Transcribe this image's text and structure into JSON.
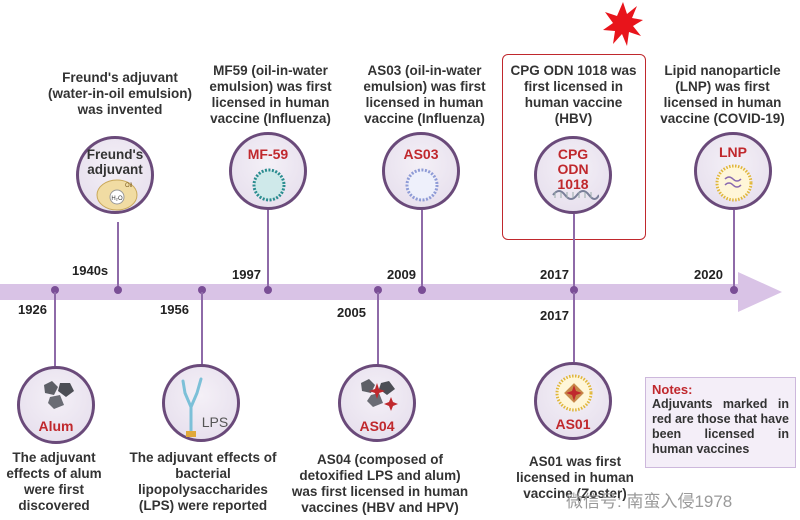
{
  "top_events": [
    {
      "id": "freund",
      "caption": "Freund's adjuvant (water-in-oil emulsion) was invented",
      "circle_label": "Freund's adjuvant",
      "icon": "emulsion-droplet-icon",
      "year": "1940s"
    },
    {
      "id": "mf59",
      "caption": "MF59 (oil-in-water emulsion) was first licensed in human vaccine (Influenza)",
      "circle_label": "MF-59",
      "icon": "oil-in-water-droplet-icon",
      "year": "1997"
    },
    {
      "id": "as03",
      "caption": "AS03 (oil-in-water emulsion) was first licensed in human vaccine (Influenza)",
      "circle_label": "AS03",
      "icon": "oil-in-water-droplet-icon",
      "year": "2009"
    },
    {
      "id": "cpg",
      "caption": "CPG ODN 1018 was first licensed in human vaccine (HBV)",
      "circle_label": "CPG ODN 1018",
      "icon": "dna-strand-icon",
      "year": "2017"
    },
    {
      "id": "lnp",
      "caption": "Lipid nanoparticle (LNP) was first licensed in human vaccine (COVID-19)",
      "circle_label": "LNP",
      "icon": "lipid-nanoparticle-icon",
      "year": "2020"
    }
  ],
  "bottom_events": [
    {
      "id": "alum",
      "year": "1926",
      "circle_label": "Alum",
      "icon": "alum-crystals-icon",
      "caption": "The adjuvant effects of alum were first discovered"
    },
    {
      "id": "lps",
      "year": "1956",
      "circle_label": "LPS",
      "icon": "lps-molecule-icon",
      "caption": "The adjuvant effects of bacterial lipopolysaccharides (LPS) were reported"
    },
    {
      "id": "as04",
      "year": "2005",
      "circle_label": "AS04",
      "icon": "as04-particles-icon",
      "caption": "AS04 (composed of detoxified LPS and alum) was first licensed in human vaccines (HBV and HPV)"
    },
    {
      "id": "as01",
      "year": "2017",
      "circle_label": "AS01",
      "icon": "liposome-icon",
      "caption": "AS01 was first licensed in human vaccine (Zoster)"
    }
  ],
  "notes": {
    "title": "Notes:",
    "body": "Adjuvants marked in red are those that have been licensed in human vaccines"
  },
  "watermark": "微信号: 南蛮入侵1978",
  "colors": {
    "timeline": "#d9c3e6",
    "node": "#7a4e96",
    "accent_red": "#c0282d",
    "circle_border": "#6a4a7a",
    "burst": "#e8141b"
  }
}
